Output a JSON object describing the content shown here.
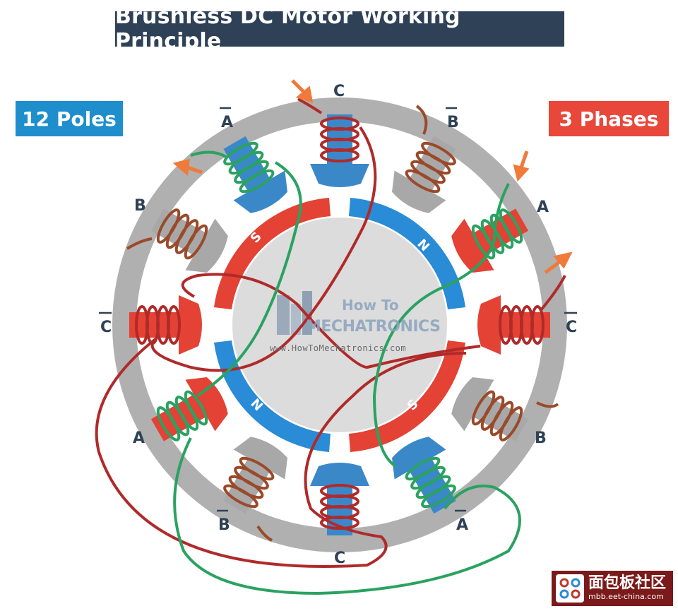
{
  "title": "Brushless DC Motor Working Principle",
  "badges": {
    "poles": "12 Poles",
    "phases": "3 Phases"
  },
  "pole_labels": {
    "c_top": "C",
    "b_bar_top": "B",
    "a_right": "A",
    "c_bar_right": "C",
    "b_right": "B",
    "a_bar_bottom": "A",
    "c_bottom": "C",
    "b_bar_bottom": "B",
    "a_left": "A",
    "c_bar_left": "C",
    "b_left": "B",
    "a_bar_top": "A"
  },
  "rotor_labels": {
    "s_top": "S",
    "n_top": "N",
    "n_bottom": "N",
    "s_bottom": "S"
  },
  "watermark": {
    "line1": "How To",
    "line2": "MECHATRONICS",
    "url": "www.HowToMechatronics.com"
  },
  "logo": {
    "cn": "面包板社区",
    "url": "mbb.eet-china.com"
  },
  "colors": {
    "stator": "#b0b0b0",
    "energized_red": "#e34234",
    "energized_blue": "#3b88c9",
    "rotor_red": "#e34234",
    "rotor_blue": "#2a8bd6",
    "wire_red": "#b02a2a",
    "wire_green": "#2aa261",
    "wire_brown": "#9a4a2a",
    "arrow": "#f07a3a"
  }
}
